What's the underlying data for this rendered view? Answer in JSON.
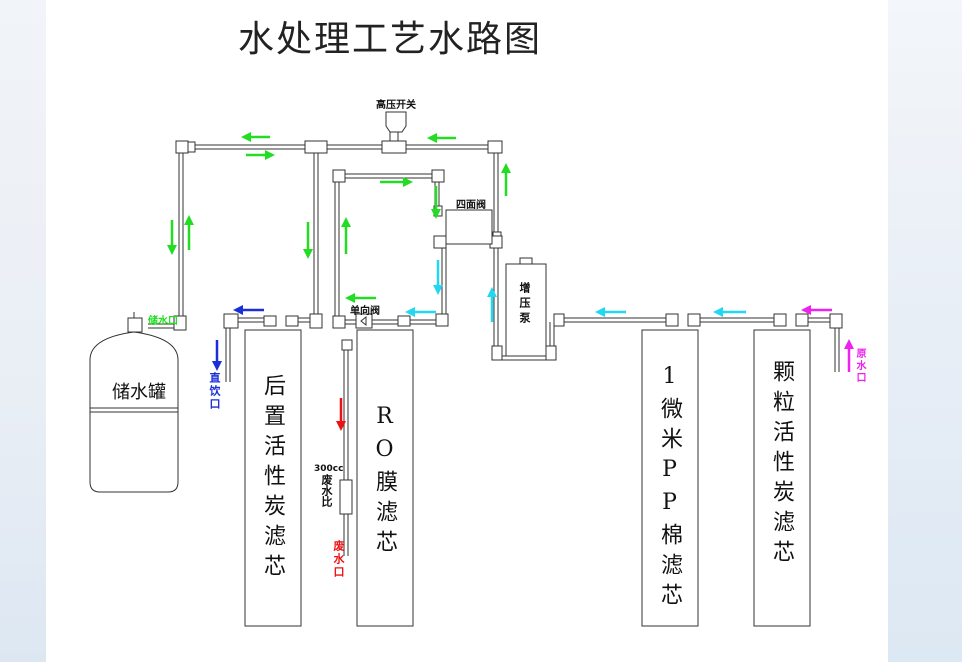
{
  "title": "水处理工艺水路图",
  "colors": {
    "pipe": "#333333",
    "arrow_green": "#22dd22",
    "arrow_cyan": "#22d8f0",
    "arrow_blue": "#1a2fd8",
    "arrow_red": "#ee1111",
    "arrow_magenta": "#ee22ee"
  },
  "components": {
    "storage_tank": "储水罐",
    "post_carbon_filter": "后置活性炭滤芯",
    "ro_membrane_filter": "RO膜滤芯",
    "pp_filter": "1微米PP棉滤芯",
    "granular_carbon_filter": "颗粒活性炭滤芯",
    "booster_pump": "增压泵",
    "four_way_valve": "四面阀",
    "high_pressure_switch": "高压开关",
    "check_valve": "单向阀",
    "waste_ratio": "300cc废水比"
  },
  "ports": {
    "storage_port": "储水口",
    "direct_drink_port": "直饮口",
    "waste_water_port": "废水口",
    "raw_water_port": "原水口"
  },
  "flow_arrows": [
    {
      "color": "green",
      "direction": "left",
      "segment": "top-pipe-left"
    },
    {
      "color": "green",
      "direction": "right",
      "segment": "top-pipe-left"
    },
    {
      "color": "green",
      "direction": "left",
      "segment": "top-pipe-right"
    },
    {
      "color": "green",
      "direction": "up",
      "segment": "riser-right"
    },
    {
      "color": "green",
      "direction": "down",
      "segment": "tank-riser"
    },
    {
      "color": "green",
      "direction": "up",
      "segment": "tank-riser"
    },
    {
      "color": "green",
      "direction": "down",
      "segment": "post-carbon-riser"
    },
    {
      "color": "green",
      "direction": "up",
      "segment": "check-valve-riser"
    },
    {
      "color": "green",
      "direction": "right",
      "segment": "inner-loop-top"
    },
    {
      "color": "green",
      "direction": "down",
      "segment": "four-way-inlet"
    },
    {
      "color": "green",
      "direction": "left",
      "segment": "check-valve-outlet"
    },
    {
      "color": "blue",
      "direction": "left",
      "segment": "post-carbon-outlet"
    },
    {
      "color": "blue",
      "direction": "down",
      "segment": "direct-drink"
    },
    {
      "color": "cyan",
      "direction": "down",
      "segment": "four-way-to-ro"
    },
    {
      "color": "cyan",
      "direction": "left",
      "segment": "ro-inlet"
    },
    {
      "color": "cyan",
      "direction": "up",
      "segment": "pump-to-four-way"
    },
    {
      "color": "cyan",
      "direction": "left",
      "segment": "pp-to-pump"
    },
    {
      "color": "cyan",
      "direction": "left",
      "segment": "carbon-to-pp"
    },
    {
      "color": "magenta",
      "direction": "left",
      "segment": "raw-inlet"
    },
    {
      "color": "magenta",
      "direction": "up",
      "segment": "raw-inlet-riser"
    },
    {
      "color": "red",
      "direction": "down",
      "segment": "waste-line"
    }
  ]
}
